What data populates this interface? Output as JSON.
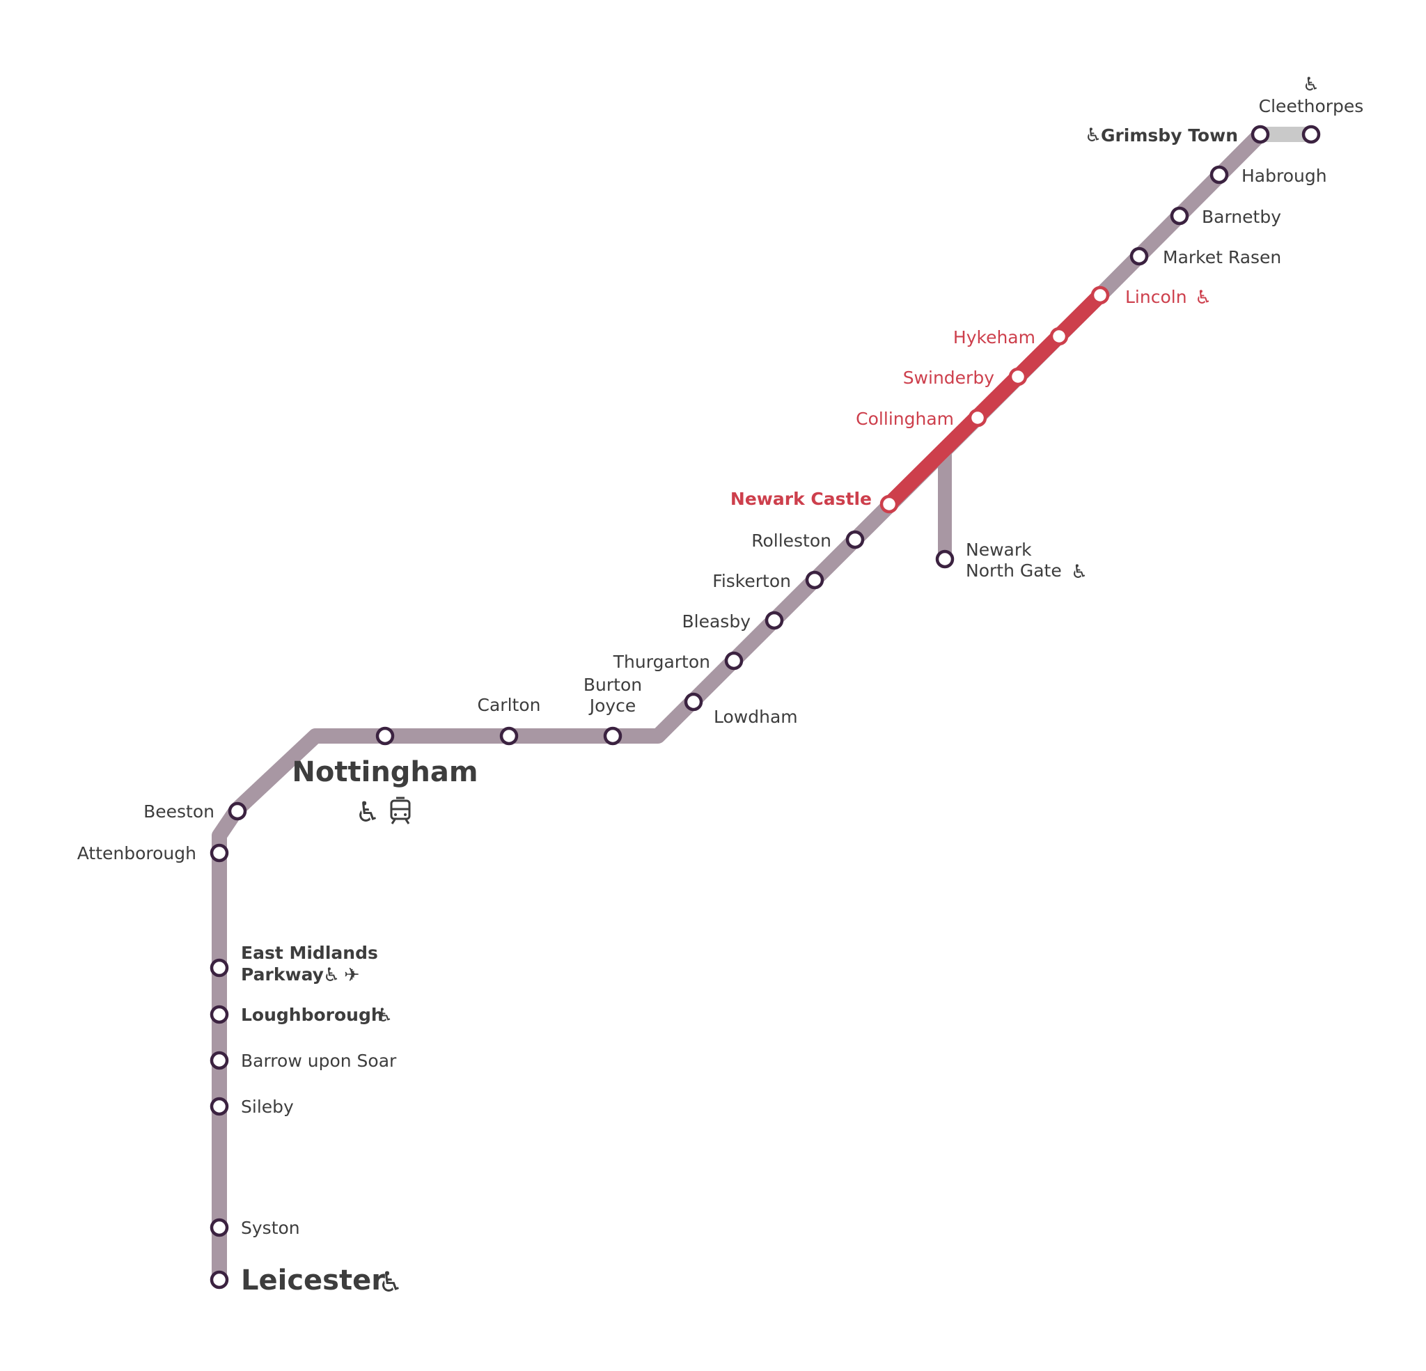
{
  "colors": {
    "route_main": "#a897a3",
    "route_highlight": "#cd3f4c",
    "route_spur": "#c9c9c9",
    "station_ring": "#3b2240",
    "station_ring_highlight": "#cd3f4c",
    "station_fill": "#ffffff",
    "text": "#3d3d3d",
    "text_highlight": "#cd3f4c"
  },
  "icons": {
    "accessible": "wheelchair-icon",
    "tram": "tram-icon",
    "airport": "airplane-icon"
  },
  "stations": {
    "cleethorpes": {
      "name": "Cleethorpes",
      "accessible": true
    },
    "grimsby_town": {
      "name": "Grimsby Town",
      "accessible": true
    },
    "habrough": {
      "name": "Habrough"
    },
    "barnetby": {
      "name": "Barnetby"
    },
    "market_rasen": {
      "name": "Market Rasen"
    },
    "lincoln": {
      "name": "Lincoln",
      "accessible": true,
      "highlighted": true
    },
    "hykeham": {
      "name": "Hykeham",
      "highlighted": true
    },
    "swinderby": {
      "name": "Swinderby",
      "highlighted": true
    },
    "collingham": {
      "name": "Collingham",
      "highlighted": true
    },
    "newark_castle": {
      "name": "Newark Castle",
      "highlighted": true
    },
    "newark_north_gate": {
      "name_line1": "Newark",
      "name_line2": "North Gate",
      "accessible": true
    },
    "rolleston": {
      "name": "Rolleston"
    },
    "fiskerton": {
      "name": "Fiskerton"
    },
    "bleasby": {
      "name": "Bleasby"
    },
    "thurgarton": {
      "name": "Thurgarton"
    },
    "lowdham": {
      "name": "Lowdham"
    },
    "burton_joyce": {
      "name_line1": "Burton",
      "name_line2": "Joyce"
    },
    "carlton": {
      "name": "Carlton"
    },
    "nottingham": {
      "name": "Nottingham",
      "accessible": true,
      "tram": true
    },
    "beeston": {
      "name": "Beeston"
    },
    "attenborough": {
      "name": "Attenborough"
    },
    "east_midlands_parkway": {
      "name_line1": "East Midlands",
      "name_line2": "Parkway",
      "accessible": true,
      "airport": true
    },
    "loughborough": {
      "name": "Loughborough",
      "accessible": true
    },
    "barrow_upon_soar": {
      "name": "Barrow upon Soar"
    },
    "sileby": {
      "name": "Sileby"
    },
    "syston": {
      "name": "Syston"
    },
    "leicester": {
      "name": "Leicester",
      "accessible": true
    }
  }
}
